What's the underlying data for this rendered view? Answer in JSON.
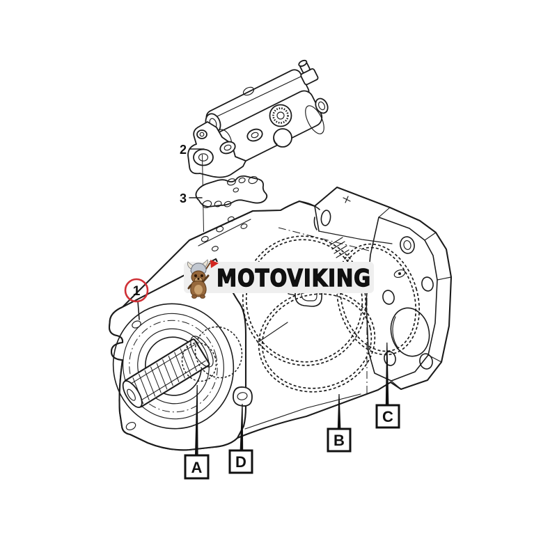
{
  "image": {
    "kind": "exploded-parts-line-diagram",
    "subject": "Hydraulic piston pump with control valve and gasket",
    "background": "#ffffff",
    "line_color": "#1b1b1b"
  },
  "watermark": {
    "brand": "MOTOVIKING",
    "mascot": "viking-dog-mascot-icon",
    "band_color": "#efefef",
    "text_color": "#0c0c0c",
    "flag_color": "#d2251f"
  },
  "callouts": {
    "part_1": "1",
    "part_2": "2",
    "part_3": "3",
    "port_a": "A",
    "port_b": "B",
    "port_c": "C",
    "port_d": "D",
    "part_1_ring_color": "#cf3036",
    "box_border_color": "#111111"
  }
}
